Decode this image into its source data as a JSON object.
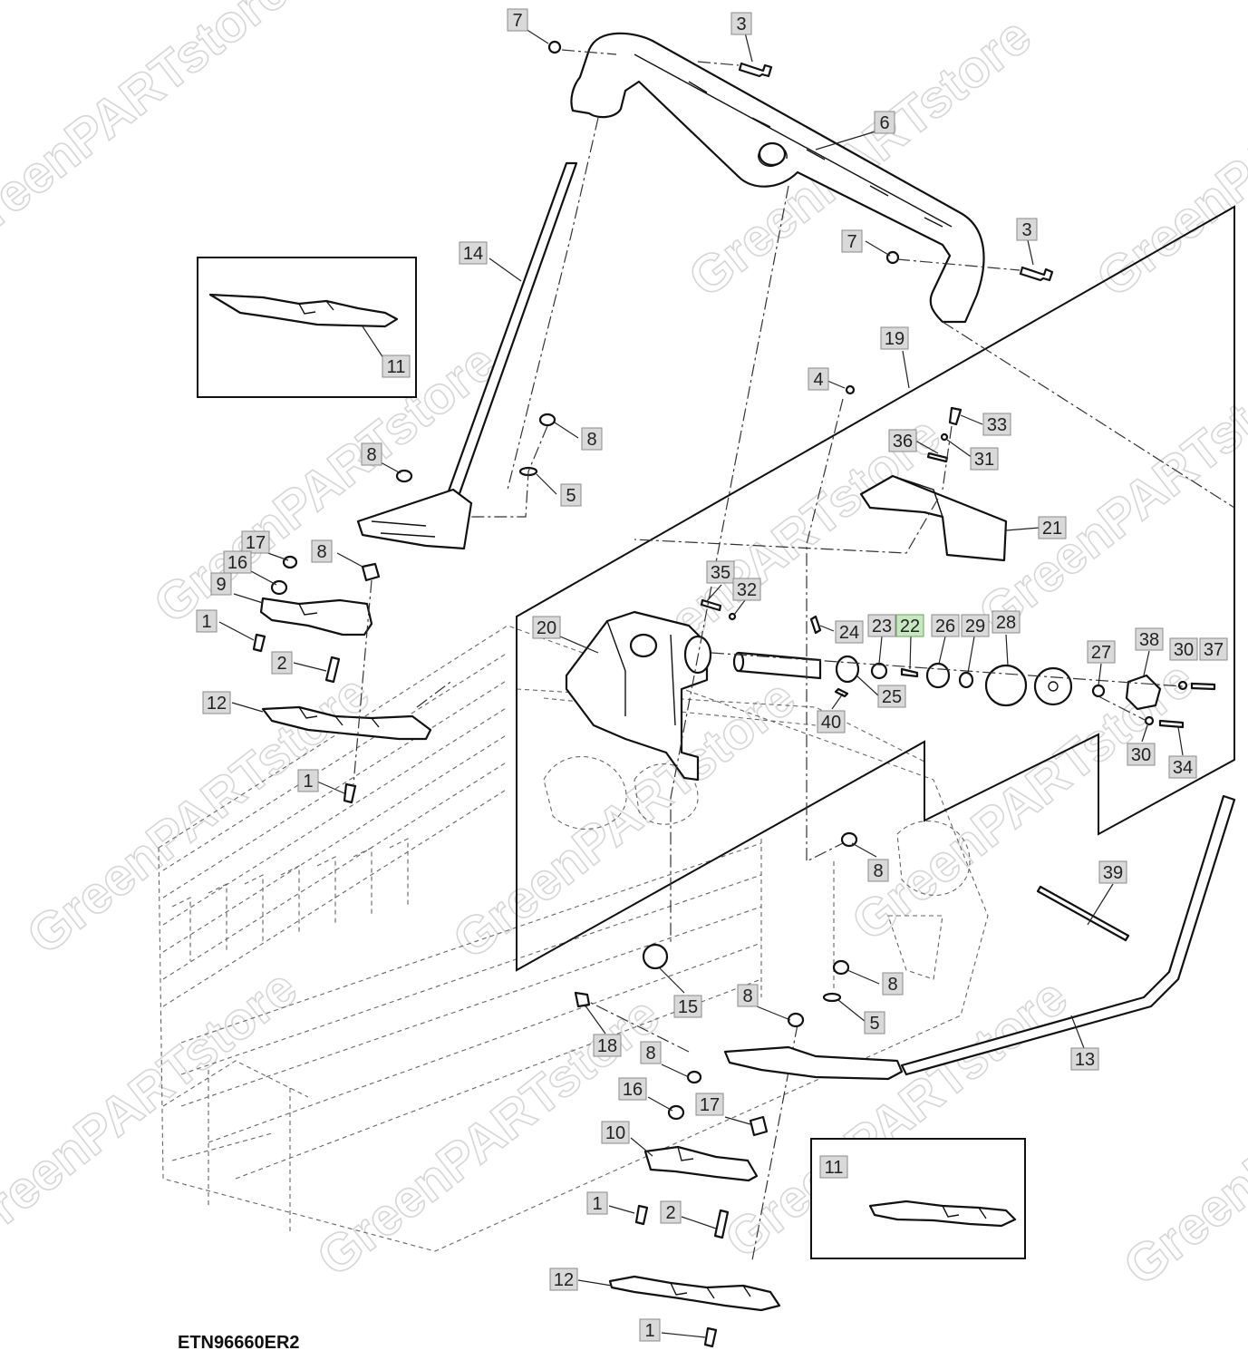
{
  "figure_id": "ETN96660ER2",
  "watermark_text": "GreenPARTstore",
  "highlight_color": "#c7e7c0",
  "callouts": [
    {
      "label": "7",
      "highlighted": false
    },
    {
      "label": "3",
      "highlighted": false
    },
    {
      "label": "6",
      "highlighted": false
    },
    {
      "label": "7",
      "highlighted": false
    },
    {
      "label": "3",
      "highlighted": false
    },
    {
      "label": "14",
      "highlighted": false
    },
    {
      "label": "11",
      "highlighted": false
    },
    {
      "label": "19",
      "highlighted": false
    },
    {
      "label": "4",
      "highlighted": false
    },
    {
      "label": "33",
      "highlighted": false
    },
    {
      "label": "36",
      "highlighted": false
    },
    {
      "label": "31",
      "highlighted": false
    },
    {
      "label": "8",
      "highlighted": false
    },
    {
      "label": "5",
      "highlighted": false
    },
    {
      "label": "8",
      "highlighted": false
    },
    {
      "label": "21",
      "highlighted": false
    },
    {
      "label": "8",
      "highlighted": false
    },
    {
      "label": "17",
      "highlighted": false
    },
    {
      "label": "16",
      "highlighted": false
    },
    {
      "label": "9",
      "highlighted": false
    },
    {
      "label": "35",
      "highlighted": false
    },
    {
      "label": "32",
      "highlighted": false
    },
    {
      "label": "1",
      "highlighted": false
    },
    {
      "label": "20",
      "highlighted": false
    },
    {
      "label": "24",
      "highlighted": false
    },
    {
      "label": "23",
      "highlighted": false
    },
    {
      "label": "22",
      "highlighted": true
    },
    {
      "label": "26",
      "highlighted": false
    },
    {
      "label": "29",
      "highlighted": false
    },
    {
      "label": "28",
      "highlighted": false
    },
    {
      "label": "38",
      "highlighted": false
    },
    {
      "label": "30",
      "highlighted": false
    },
    {
      "label": "37",
      "highlighted": false
    },
    {
      "label": "27",
      "highlighted": false
    },
    {
      "label": "2",
      "highlighted": false
    },
    {
      "label": "25",
      "highlighted": false
    },
    {
      "label": "12",
      "highlighted": false
    },
    {
      "label": "40",
      "highlighted": false
    },
    {
      "label": "30",
      "highlighted": false
    },
    {
      "label": "34",
      "highlighted": false
    },
    {
      "label": "1",
      "highlighted": false
    },
    {
      "label": "8",
      "highlighted": false
    },
    {
      "label": "39",
      "highlighted": false
    },
    {
      "label": "8",
      "highlighted": false
    },
    {
      "label": "15",
      "highlighted": false
    },
    {
      "label": "8",
      "highlighted": false
    },
    {
      "label": "5",
      "highlighted": false
    },
    {
      "label": "18",
      "highlighted": false
    },
    {
      "label": "13",
      "highlighted": false
    },
    {
      "label": "8",
      "highlighted": false
    },
    {
      "label": "16",
      "highlighted": false
    },
    {
      "label": "17",
      "highlighted": false
    },
    {
      "label": "10",
      "highlighted": false
    },
    {
      "label": "11",
      "highlighted": false
    },
    {
      "label": "1",
      "highlighted": false
    },
    {
      "label": "2",
      "highlighted": false
    },
    {
      "label": "12",
      "highlighted": false
    },
    {
      "label": "1",
      "highlighted": false
    }
  ]
}
